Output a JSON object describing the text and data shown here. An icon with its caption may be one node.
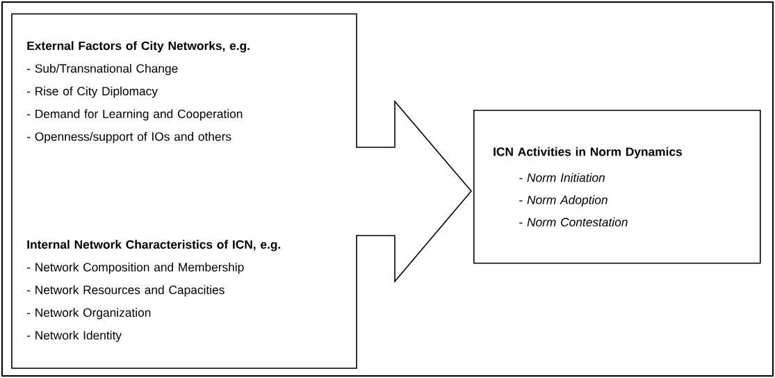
{
  "diagram": {
    "nodes": [
      {
        "text": [
          "External Factors of City Networks, e.g.",
          "- Sub/Transnational Change",
          "- Rise of City Diplomacy",
          "- Demand for Learning and Cooperation",
          "- Openness/support of IOs and others",
          "Internal Network Characteristics of ICN, e.g.",
          "- Network Composition and Membership",
          "- Network Resources and Capacities",
          "- Network Organization",
          "- Network Identity"
        ]
      },
      {
        "text": [
          "ICN Activities in Norm Dynamics",
          "- *Norm Initiation*",
          "- *Norm Adoption*",
          "- *Norm Contestation*"
        ]
      }
    ]
  }
}
